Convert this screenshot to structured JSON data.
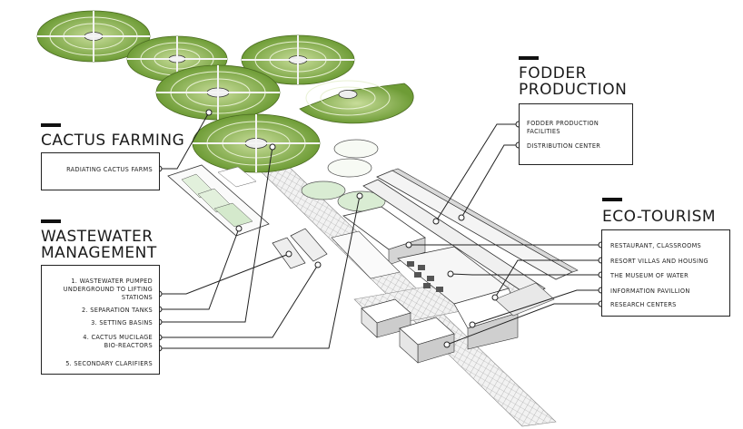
{
  "sections": {
    "cactus_farming": {
      "heading": "CACTUS FARMING",
      "items": [
        "RADIATING CACTUS FARMS"
      ]
    },
    "wastewater": {
      "heading_line1": "WASTEWATER",
      "heading_line2": "MANAGEMENT",
      "items": [
        "1. WASTEWATER PUMPED\nUNDERGROUND TO LIFTING\nSTATIONS",
        "2. SEPARATION TANKS",
        "3. SETTING BASINS",
        "4. CACTUS MUCILAGE\nBIO-REACTORS",
        "5. SECONDARY CLARIFIERS"
      ]
    },
    "fodder": {
      "heading_line1": "FODDER",
      "heading_line2": "PRODUCTION",
      "items": [
        "FODDER PRODUCTION\nFACILITIES",
        "DISTRIBUTION CENTER"
      ]
    },
    "eco_tourism": {
      "heading": "ECO-TOURISM",
      "items": [
        "RESTAURANT, CLASSROOMS",
        "RESORT VILLAS AND HOUSING",
        "THE MUSEUM OF WATER",
        "INFORMATION PAVILLION",
        "RESEARCH CENTERS"
      ]
    }
  },
  "colors": {
    "farm_green": "#7fa843",
    "farm_light": "#b8d38a",
    "basin_green": "#d6ead0",
    "ink": "#222222"
  }
}
